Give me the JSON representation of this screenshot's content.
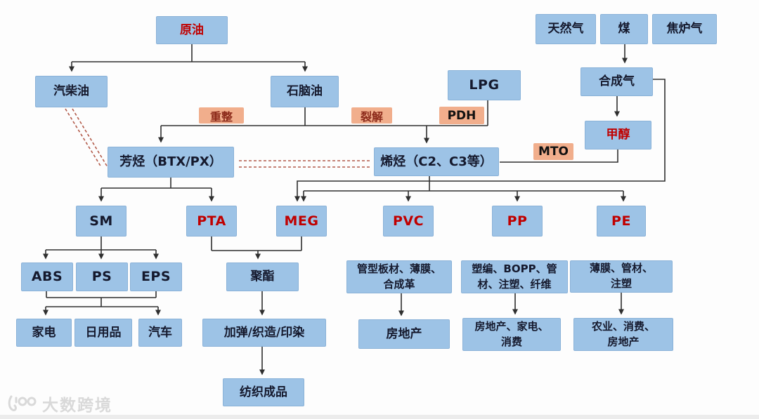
{
  "nodes": {
    "crude_oil": {
      "label": "原油"
    },
    "natural_gas": {
      "label": "天然气"
    },
    "coal": {
      "label": "煤"
    },
    "coke_oven_gas": {
      "label": "焦炉气"
    },
    "gasoline_diesel": {
      "label": "汽柴油"
    },
    "naphtha": {
      "label": "石脑油"
    },
    "lpg": {
      "label": "LPG"
    },
    "syngas": {
      "label": "合成气"
    },
    "methanol": {
      "label": "甲醇"
    },
    "aromatics": {
      "label": "芳烃（BTX/PX）"
    },
    "olefins": {
      "label": "烯烃（C2、C3等）"
    },
    "sm": {
      "label": "SM"
    },
    "pta": {
      "label": "PTA"
    },
    "meg": {
      "label": "MEG"
    },
    "pvc": {
      "label": "PVC"
    },
    "pp": {
      "label": "PP"
    },
    "pe": {
      "label": "PE"
    },
    "abs": {
      "label": "ABS"
    },
    "ps": {
      "label": "PS"
    },
    "eps": {
      "label": "EPS"
    },
    "polyester": {
      "label": "聚酯"
    },
    "pvc_products": {
      "label": "管型板材、薄膜、\n合成革"
    },
    "pp_products": {
      "label": "塑编、BOPP、管\n材、注塑、纤维"
    },
    "pe_products": {
      "label": "薄膜、管材、\n注塑"
    },
    "home_appliances": {
      "label": "家电"
    },
    "daily_goods": {
      "label": "日用品"
    },
    "automobiles": {
      "label": "汽车"
    },
    "texturing_weaving_dyeing": {
      "label": "加弹/织造/印染"
    },
    "real_estate": {
      "label": "房地产"
    },
    "pp_end_markets": {
      "label": "房地产、家电、\n消费"
    },
    "pe_end_markets": {
      "label": "农业、消费、\n房地产"
    },
    "finished_textiles": {
      "label": "纺织成品"
    }
  },
  "process_labels": {
    "reforming": {
      "label": "重整"
    },
    "cracking": {
      "label": "裂解"
    },
    "pdh": {
      "label": "PDH"
    },
    "mto": {
      "label": "MTO"
    }
  },
  "watermark": {
    "text": "大数跨境",
    "logo": "100"
  },
  "colors": {
    "node_fill": "#9dc3e6",
    "node_border": "#8ab2d8",
    "node_text": "#15192d",
    "highlight_text": "#c00000",
    "process_fill": "#f1ae8c",
    "process_text_dark": "#8c2a1a",
    "connector": "#2f2f2f",
    "dashed_connector": "#b25a49",
    "watermark_text": "#d9d9d9"
  }
}
